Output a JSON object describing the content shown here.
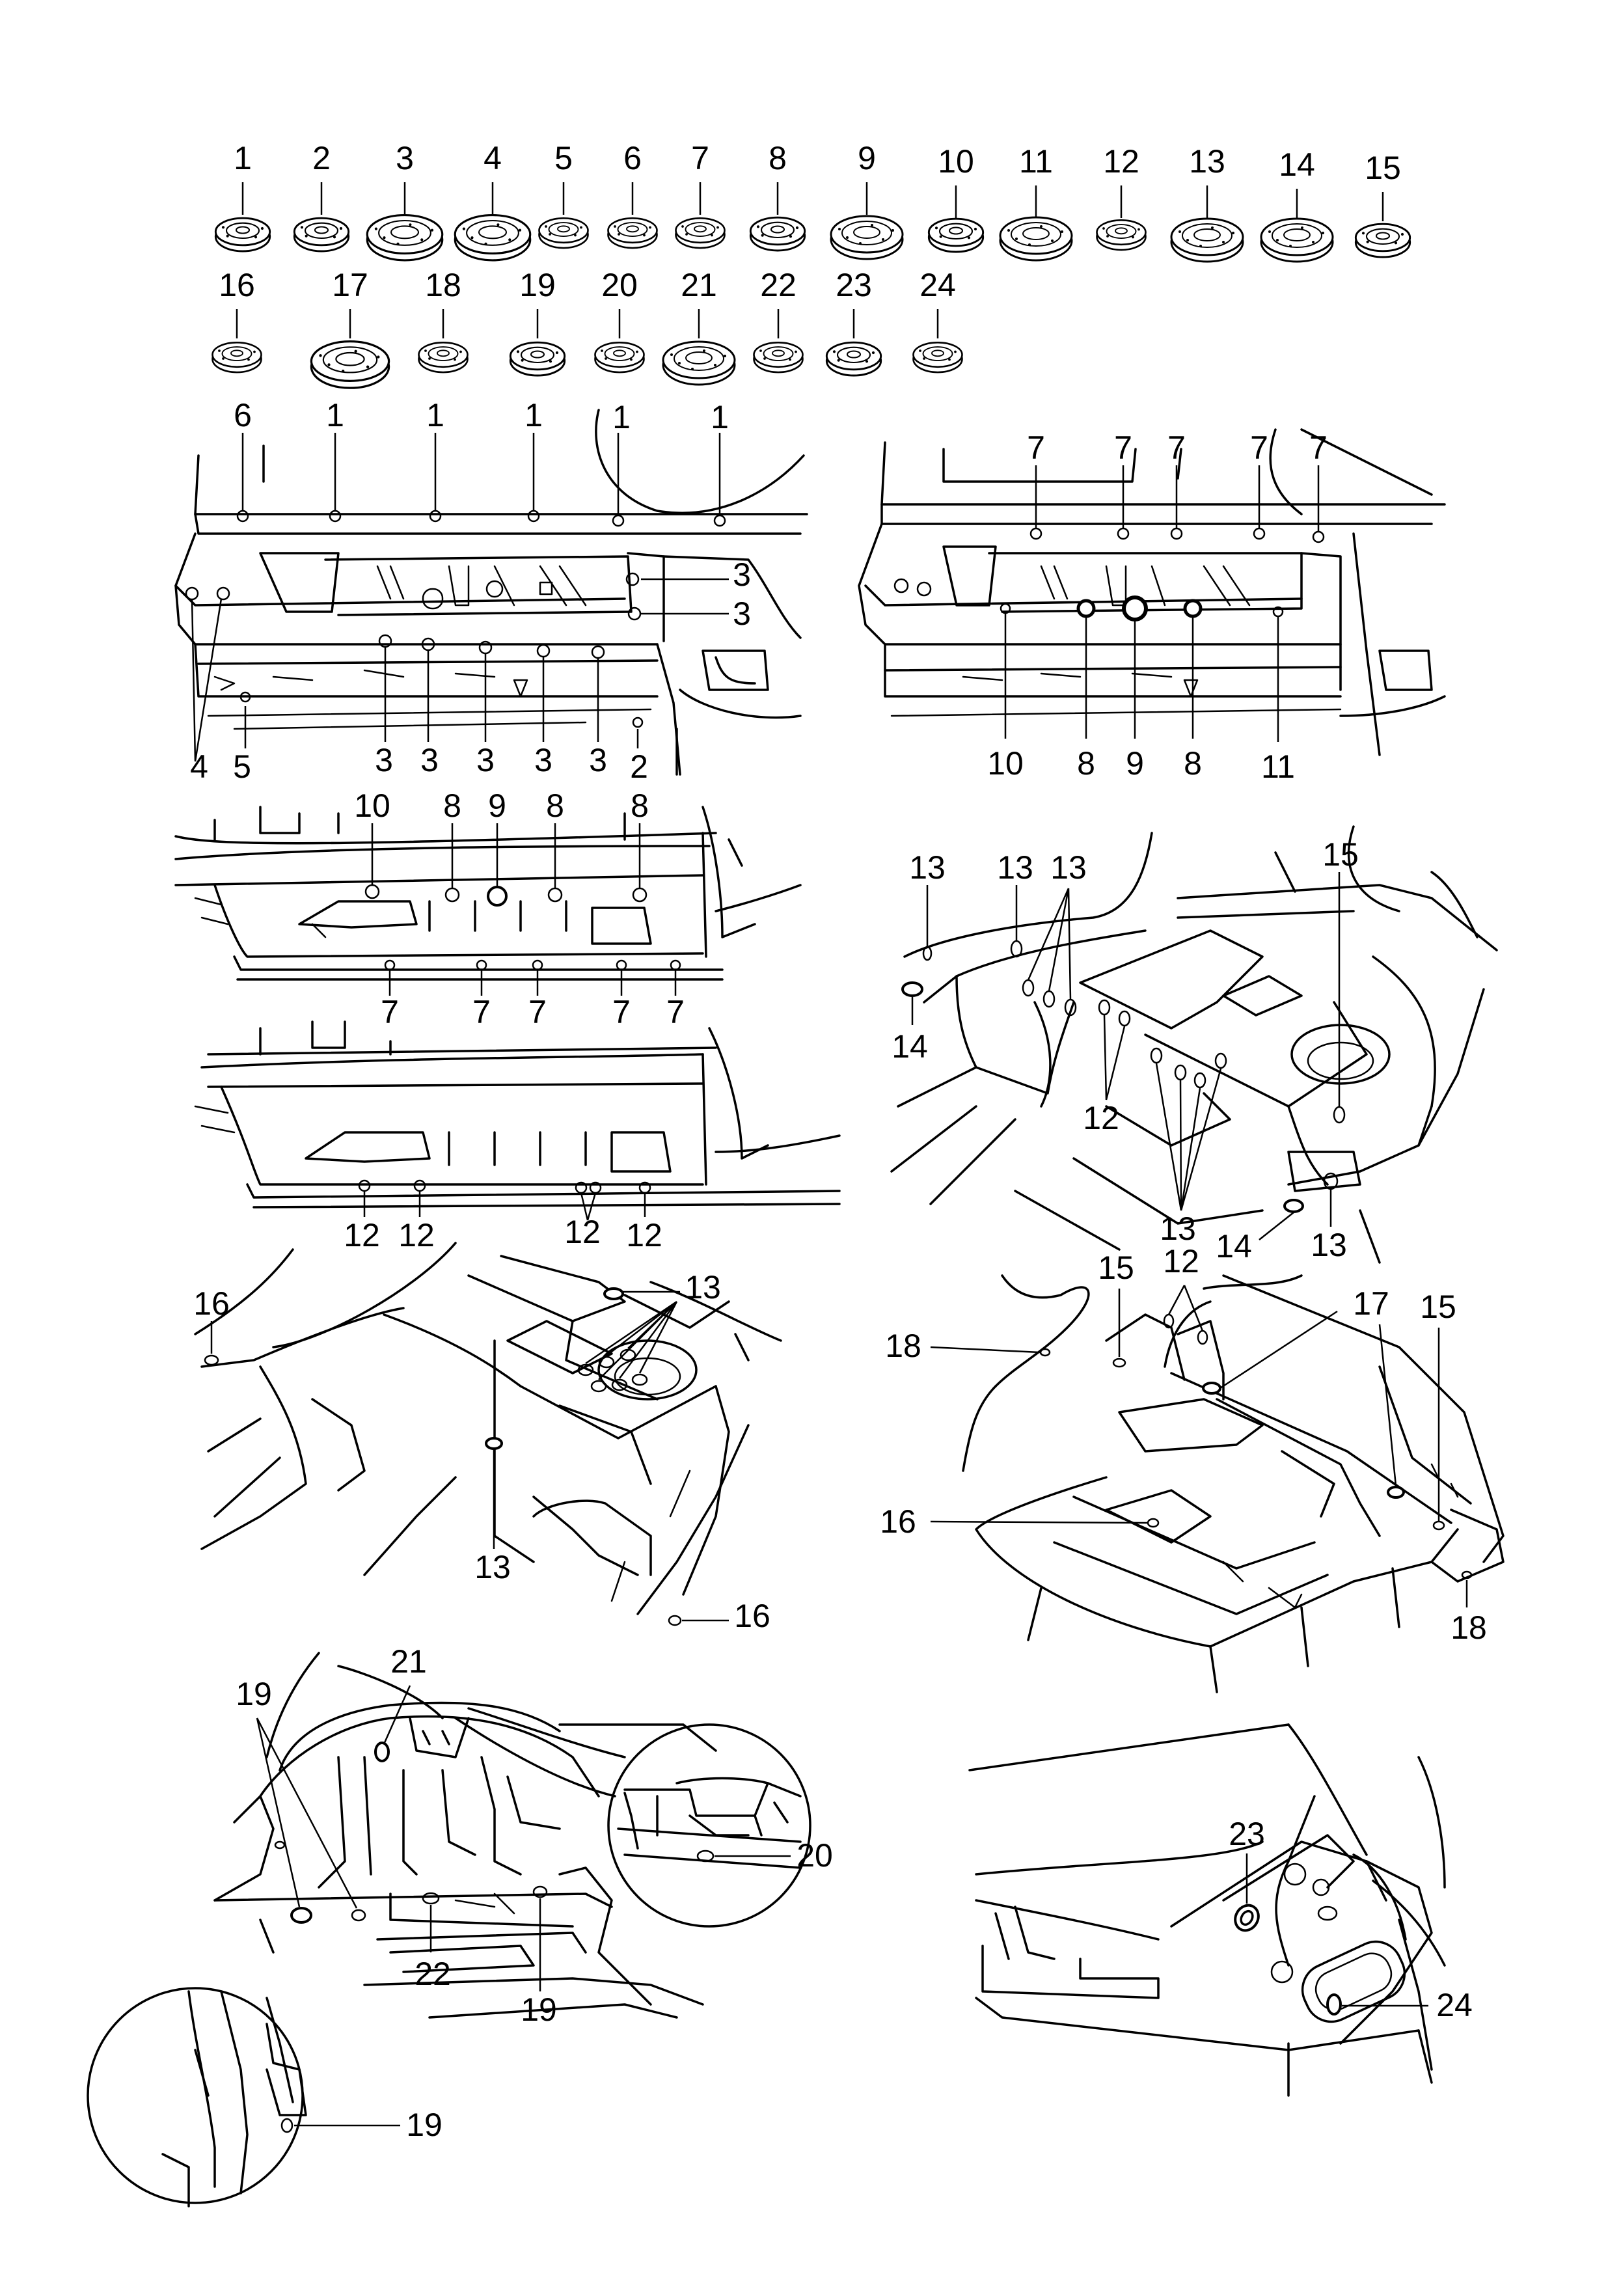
{
  "legend": {
    "row1": [
      "1",
      "2",
      "3",
      "4",
      "5",
      "6",
      "7",
      "8",
      "9",
      "10",
      "11",
      "12",
      "13",
      "14",
      "15"
    ],
    "row2": [
      "16",
      "17",
      "18",
      "19",
      "20",
      "21",
      "22",
      "23",
      "24"
    ]
  },
  "views": {
    "front_left": {
      "top": [
        "6",
        "1",
        "1",
        "1",
        "1",
        "1"
      ],
      "right": [
        "3",
        "3"
      ],
      "bottom": [
        "4",
        "5",
        "3",
        "3",
        "3",
        "3",
        "3",
        "2"
      ]
    },
    "front_right": {
      "top": [
        "7",
        "7",
        "7",
        "7",
        "7"
      ],
      "bottom": [
        "10",
        "8",
        "9",
        "8",
        "11"
      ]
    },
    "side_upper": {
      "top": [
        "10",
        "8",
        "9",
        "8",
        "8"
      ],
      "bottom": [
        "7",
        "7",
        "7",
        "7",
        "7"
      ]
    },
    "side_lower": {
      "bottom": [
        "12",
        "12",
        "12",
        "12"
      ]
    },
    "floor_right": {
      "labels": [
        "13",
        "13",
        "13",
        "15",
        "14",
        "12",
        "13",
        "14",
        "13"
      ]
    },
    "floor_left": {
      "labels": [
        "16",
        "13",
        "13",
        "16"
      ]
    },
    "rear_floor": {
      "labels": [
        "15",
        "12",
        "18",
        "17",
        "15",
        "16",
        "18"
      ]
    },
    "trunk": {
      "labels": [
        "19",
        "21",
        "20",
        "22",
        "19",
        "19"
      ]
    },
    "rear_side": {
      "labels": [
        "23",
        "24"
      ]
    }
  }
}
